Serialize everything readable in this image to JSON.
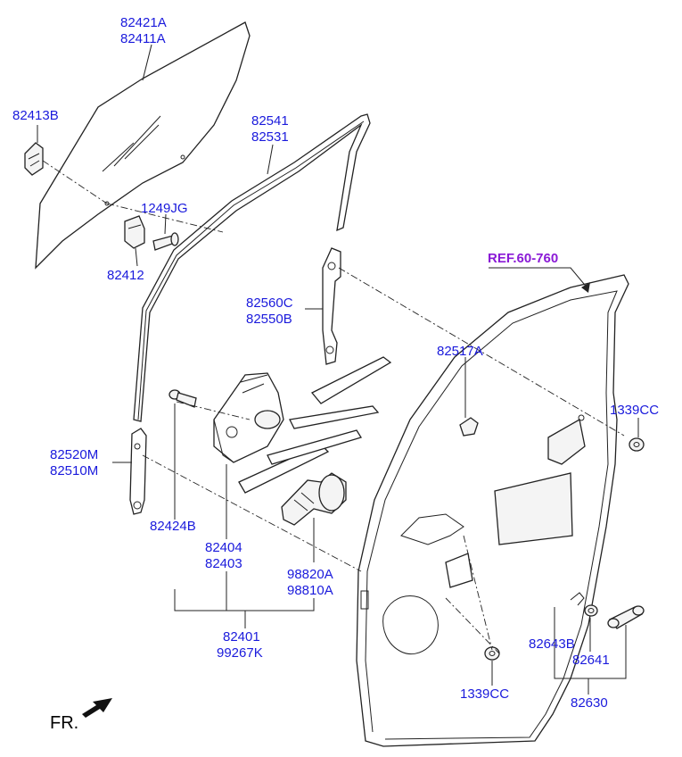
{
  "labels": {
    "glass_a": "82421A",
    "glass_b": "82411A",
    "bracket_b": "82413B",
    "bolt_jg": "1249JG",
    "holder": "82412",
    "run_a": "82541",
    "run_b": "82531",
    "channel_rear_a": "82560C",
    "channel_rear_b": "82550B",
    "clip": "82517A",
    "ref": "REF.60-760",
    "nut_top": "1339CC",
    "channel_front_a": "82520M",
    "channel_front_b": "82510M",
    "bolt_b": "82424B",
    "reg_a": "82404",
    "reg_b": "82403",
    "motor_a": "98820A",
    "motor_b": "98810A",
    "assy_a": "82401",
    "assy_b": "99267K",
    "spring": "82643B",
    "washer": "82641",
    "nut_bottom": "1339CC",
    "handle": "82630",
    "fr": "FR."
  },
  "colors": {
    "label": "#1a1adc",
    "ref_label": "#8a1ad6",
    "line": "#222222"
  }
}
